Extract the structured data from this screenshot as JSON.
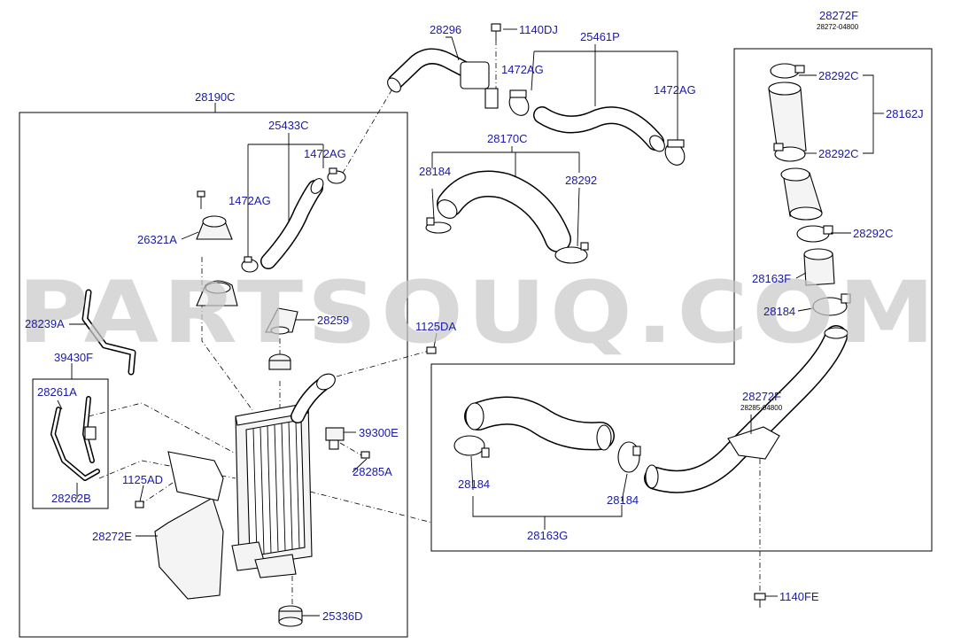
{
  "watermark": "PARTSOUQ.COM",
  "labels": {
    "l_28296": "28296",
    "l_1140DJ": "1140DJ",
    "l_25461P": "25461P",
    "l_1472AG_a": "1472AG",
    "l_1472AG_b": "1472AG",
    "l_28272F_top": "28272F",
    "l_28272F_top_sub": "28272-04800",
    "l_28292C_a": "28292C",
    "l_28162J": "28162J",
    "l_28292C_b": "28292C",
    "l_28190C": "28190C",
    "l_25433C": "25433C",
    "l_1472AG_c": "1472AG",
    "l_1472AG_d": "1472AG",
    "l_28170C": "28170C",
    "l_28184_a": "28184",
    "l_28292": "28292",
    "l_26321A": "26321A",
    "l_28292C_c": "28292C",
    "l_28163F": "28163F",
    "l_28184_b": "28184",
    "l_28239A": "28239A",
    "l_28259": "28259",
    "l_1125DA": "1125DA",
    "l_39430F": "39430F",
    "l_28261A": "28261A",
    "l_28272F_mid": "28272F",
    "l_28272F_mid_sub": "28285-04800",
    "l_39300E": "39300E",
    "l_28285A": "28285A",
    "l_1125AD": "1125AD",
    "l_28262B": "28262B",
    "l_28184_c": "28184",
    "l_28184_d": "28184",
    "l_28272E": "28272E",
    "l_28163G": "28163G",
    "l_1140FE": "1140FE",
    "l_25336D": "25336D"
  }
}
